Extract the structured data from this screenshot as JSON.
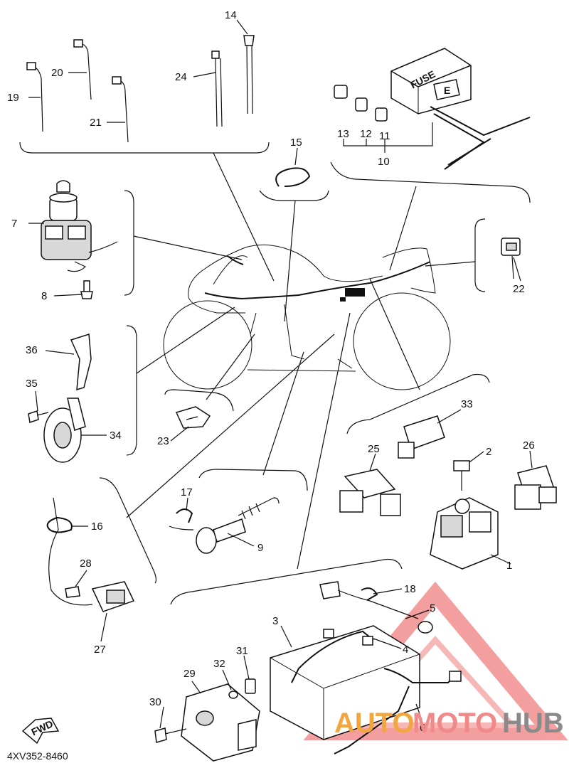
{
  "diagram": {
    "code": "4XV352-8460",
    "fwd_label": "FWD",
    "fuse_label": "FUSE",
    "fuse_box_label": "E",
    "callouts": {
      "c1": "1",
      "c2": "2",
      "c3": "3",
      "c4": "4",
      "c5": "5",
      "c6": "6",
      "c7": "7",
      "c8": "8",
      "c9": "9",
      "c10": "10",
      "c11": "11",
      "c12": "12",
      "c13": "13",
      "c14": "14",
      "c15": "15",
      "c16": "16",
      "c17": "17",
      "c18": "18",
      "c19": "19",
      "c20": "20",
      "c21": "21",
      "c22": "22",
      "c23": "23",
      "c24": "24",
      "c25": "25",
      "c26": "26",
      "c27": "27",
      "c28": "28",
      "c29": "29",
      "c30": "30",
      "c31": "31",
      "c32": "32",
      "c33": "33",
      "c34": "34",
      "c35": "35",
      "c36": "36"
    }
  },
  "watermark": {
    "part1": "AUTO",
    "part2": "MOTO",
    "part3": "HUB",
    "colors": {
      "auto": "#f2a640",
      "moto": "#f08a8a",
      "hub": "#8a8a8a",
      "triangle": "#f08080"
    }
  }
}
